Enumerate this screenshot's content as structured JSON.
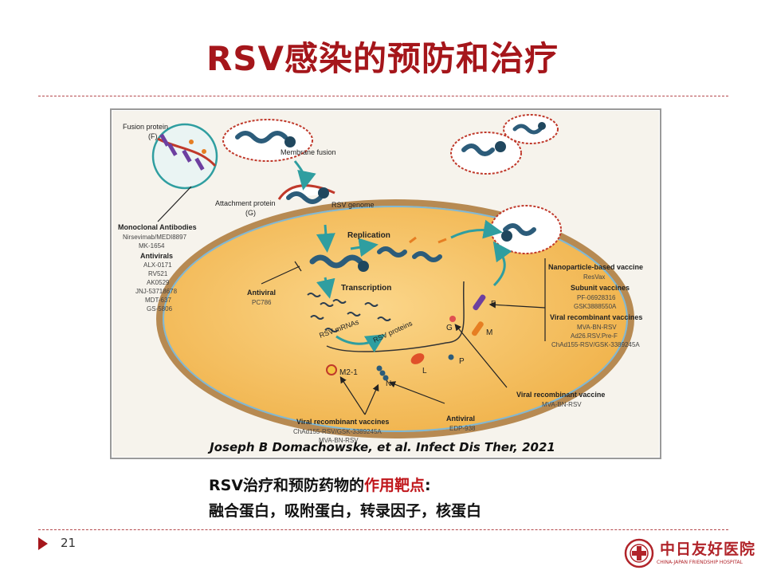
{
  "slide": {
    "title": "RSV感染的预防和治疗",
    "page_number": "21",
    "citation": "Joseph B Domachowske, et al. Infect Dis Ther, 2021",
    "summary_prefix": "RSV治疗和预防药物的",
    "summary_highlight": "作用靶点",
    "summary_suffix": ":",
    "summary_line2": "融合蛋白，吸附蛋白，转录因子，核蛋白",
    "accent_color": "#a5161b"
  },
  "figure": {
    "fusion_protein": "Fusion protein",
    "fusion_protein_abbr": "(F)",
    "membrane_fusion": "Membrane fusion",
    "attachment_protein": "Attachment protein",
    "attachment_protein_abbr": "(G)",
    "rsv_genome": "RSV genome",
    "replication": "Replication",
    "transcription": "Transcription",
    "rsv_mrnas": "RSV mRNAs",
    "rsv_proteins": "RSV proteins",
    "protein_f": "F",
    "protein_m": "M",
    "protein_g": "G",
    "protein_l": "L",
    "protein_p": "P",
    "protein_m21": "M2-1",
    "protein_n": "N",
    "left_panel": {
      "mab_heading": "Monoclonal Antibodies",
      "mab_items": [
        "Nirsevimab/MEDI8897",
        "MK-1654"
      ],
      "antivirals_heading": "Antivirals",
      "antiviral_items": [
        "ALX-0171",
        "RV521",
        "AK0529",
        "JNJ-53718678",
        "MDT-637",
        "GS-5806"
      ]
    },
    "antiviral_pc": {
      "heading": "Antiviral",
      "item": "PC786"
    },
    "right_panel": {
      "nano_heading": "Nanoparticle-based vaccine",
      "nano_item": "ResVax",
      "subunit_heading": "Subunit vaccines",
      "subunit_items": [
        "PF-06928316",
        "GSK3888550A"
      ],
      "viral_heading": "Viral recombinant vaccines",
      "viral_items": [
        "MVA-BN-RSV",
        "Ad26.RSV.Pre-F",
        "ChAd155-RSV/GSK-3389245A"
      ]
    },
    "vrv_g": {
      "heading": "Viral recombinant vaccine",
      "item": "MVA-BN-RSV"
    },
    "antiviral_n": {
      "heading": "Antiviral",
      "item": "EDP-938"
    },
    "vrv_bottom": {
      "heading": "Viral recombinant vaccines",
      "items": [
        "ChAd155-RSV/GSK-3389245A",
        "MVA-BN-RSV"
      ]
    }
  },
  "logo": {
    "name": "中日友好医院",
    "subtitle": "CHINA-JAPAN FRIENDSHIP HOSPITAL"
  }
}
